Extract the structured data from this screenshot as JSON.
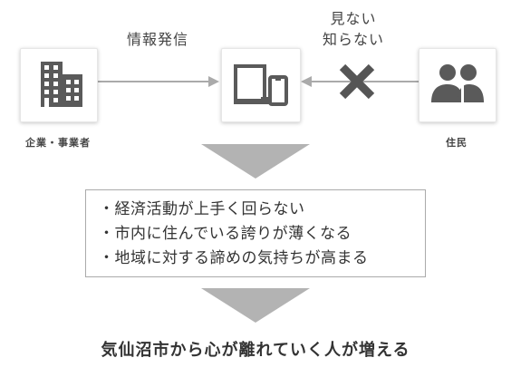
{
  "diagram": {
    "nodes": {
      "company": {
        "label": "企業・事業者",
        "icon": "building-icon"
      },
      "device": {
        "icon": "devices-icon"
      },
      "residents": {
        "label": "住民",
        "icon": "people-icon"
      }
    },
    "edges": {
      "company_to_device": {
        "label": "情報発信"
      },
      "residents_to_device": {
        "label_lines": [
          "見ない",
          "知らない"
        ],
        "icon": "cross-icon"
      }
    },
    "effects": [
      "経済活動が上手く回らない",
      "市内に住んでいる誇りが薄くなる",
      "地域に対する諦めの気持ちが高まる"
    ],
    "conclusion": "気仙沼市から心が離れていく人が増える",
    "colors": {
      "icon": "#5a5a5a",
      "arrow": "#aaaaaa",
      "chevron": "#b3b3b3",
      "cross": "#555555",
      "box_border": "#aaaaaa"
    }
  }
}
